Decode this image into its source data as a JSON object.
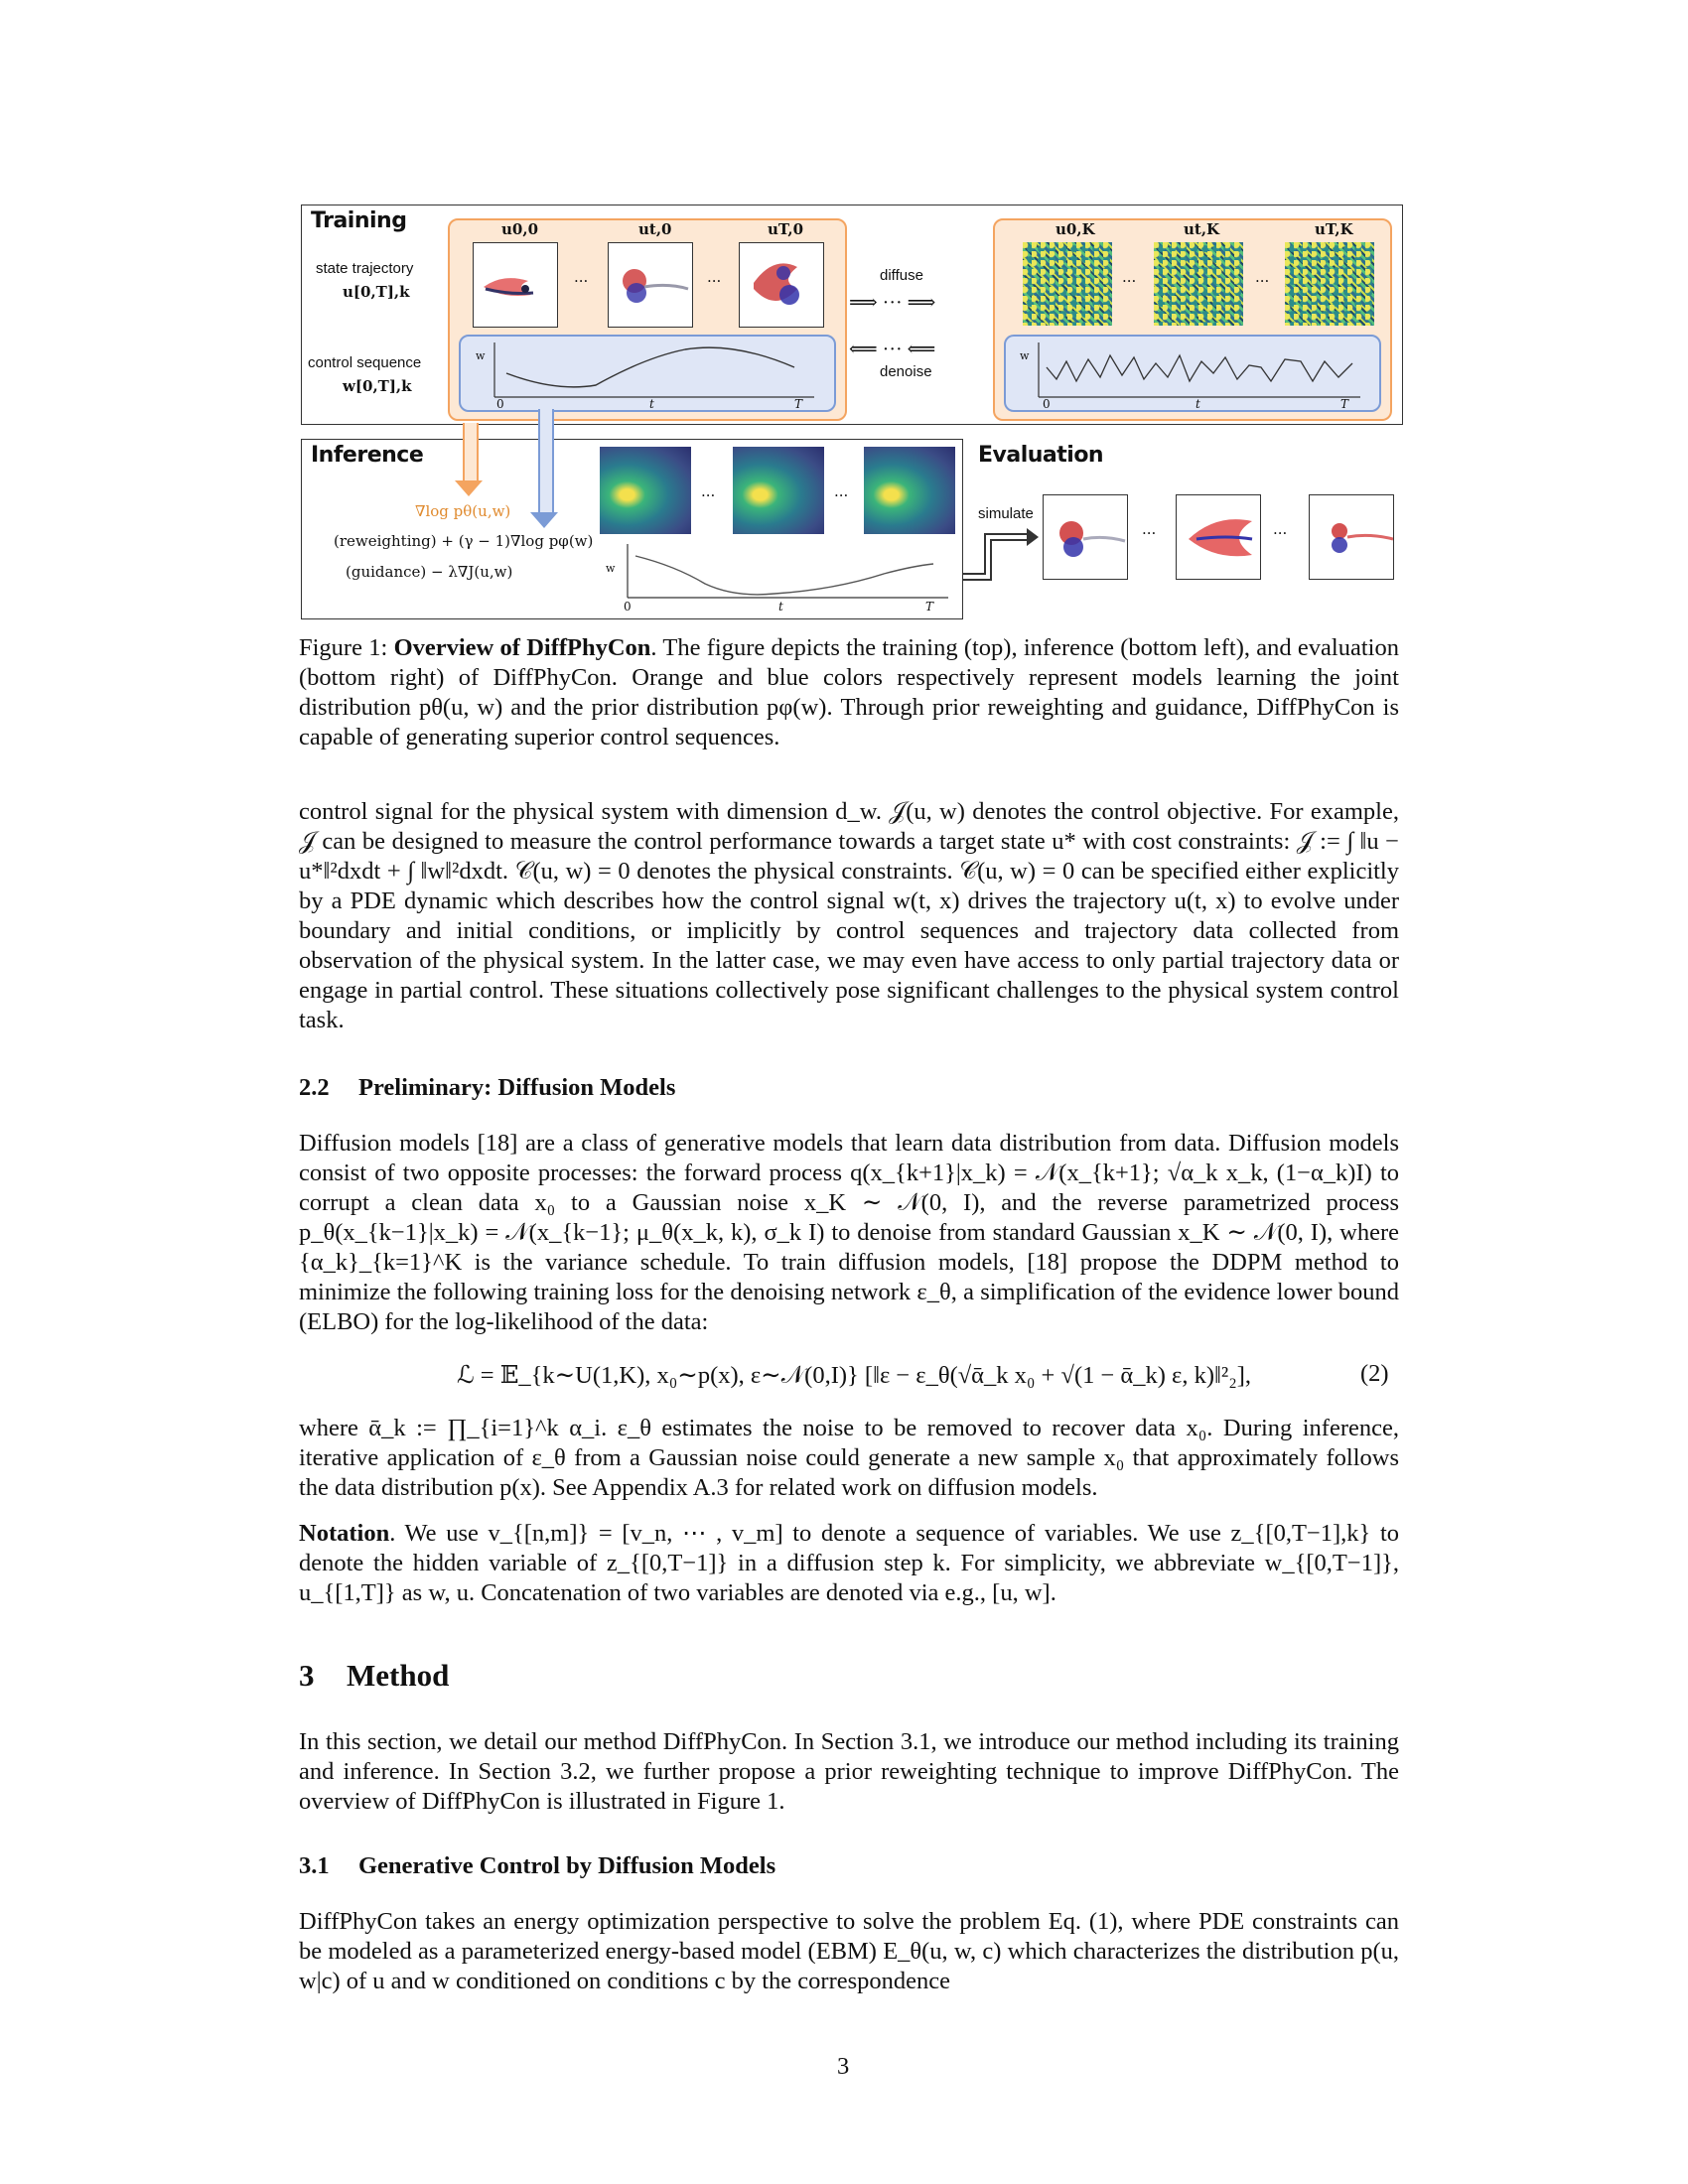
{
  "figure": {
    "training": {
      "title": "Training",
      "state_label": "state trajectory",
      "state_symbol": "u[0,T],k",
      "control_label": "control sequence",
      "control_symbol": "w[0,T],k",
      "frame_labels_clean": [
        "u0,0",
        "ut,0",
        "uT,0"
      ],
      "frame_labels_noisy": [
        "u0,K",
        "ut,K",
        "uT,K"
      ],
      "diffuse_label": "diffuse",
      "denoise_label": "denoise",
      "axis_zero": "0",
      "axis_t": "t",
      "axis_T": "T",
      "axis_w": "w",
      "ellipsis": "..."
    },
    "inference": {
      "title": "Inference",
      "grad_prior": "∇log pθ(u,w)",
      "reweighting": "(reweighting) + (γ − 1)∇log pφ(w)",
      "guidance": "(guidance)   − λ∇J(u,w)",
      "axis_zero": "0",
      "axis_t": "t",
      "axis_T": "T",
      "axis_w": "w"
    },
    "evaluation": {
      "title": "Evaluation",
      "simulate_label": "simulate"
    },
    "caption_prefix": "Figure 1: ",
    "caption_bold": "Overview of DiffPhyCon",
    "caption_rest": ". The figure depicts the training (top), inference (bottom left), and evaluation (bottom right) of DiffPhyCon. Orange and blue colors respectively represent models learning the joint distribution pθ(u, w) and the prior distribution pφ(w). Through prior reweighting and guidance, DiffPhyCon is capable of generating superior control sequences.",
    "colors": {
      "orange": "#f4a460",
      "orange_fill": "#fde8d4",
      "blue": "#7b9bd6",
      "blue_fill": "#dfe6f6"
    }
  },
  "body": {
    "p1": "control signal for the physical system with dimension d_w. 𝒥(u, w) denotes the control objective. For example, 𝒥 can be designed to measure the control performance towards a target state u* with cost constraints: 𝒥 := ∫ ‖u − u*‖²dxdt + ∫ ‖w‖²dxdt. 𝒞(u, w) = 0 denotes the physical constraints. 𝒞(u, w) = 0 can be specified either explicitly by a PDE dynamic which describes how the control signal w(t, x) drives the trajectory u(t, x) to evolve under boundary and initial conditions, or implicitly by control sequences and trajectory data collected from observation of the physical system. In the latter case, we may even have access to only partial trajectory data or engage in partial control. These situations collectively pose significant challenges to the physical system control task.",
    "s22_num": "2.2",
    "s22_title": "Preliminary: Diffusion Models",
    "p2": "Diffusion models [18] are a class of generative models that learn data distribution from data. Diffusion models consist of two opposite processes: the forward process q(x_{k+1}|x_k) = 𝒩(x_{k+1}; √α_k x_k, (1−α_k)I) to corrupt a clean data x₀ to a Gaussian noise x_K ∼ 𝒩(0, I), and the reverse parametrized process p_θ(x_{k−1}|x_k) = 𝒩(x_{k−1}; μ_θ(x_k, k), σ_k I) to denoise from standard Gaussian x_K ∼ 𝒩(0, I), where {α_k}_{k=1}^K is the variance schedule. To train diffusion models, [18] propose the DDPM method to minimize the following training loss for the denoising network ε_θ, a simplification of the evidence lower bound (ELBO) for the log-likelihood of the data:",
    "eq2": "ℒ = 𝔼_{k∼U(1,K), x₀∼p(x), ε∼𝒩(0,I)} [‖ε − ε_θ(√ᾱ_k x₀ + √(1 − ᾱ_k) ε, k)‖²₂],",
    "eq2_num": "(2)",
    "p3": "where ᾱ_k := ∏_{i=1}^k α_i. ε_θ estimates the noise to be removed to recover data x₀. During inference, iterative application of ε_θ from a Gaussian noise could generate a new sample x₀ that approximately follows the data distribution p(x). See Appendix A.3 for related work on diffusion models.",
    "notation_bold": "Notation",
    "p4": ". We use v_{[n,m]} = [v_n, ⋯ , v_m] to denote a sequence of variables. We use z_{[0,T−1],k} to denote the hidden variable of z_{[0,T−1]} in a diffusion step k. For simplicity, we abbreviate w_{[0,T−1]}, u_{[1,T]} as w, u. Concatenation of two variables are denoted via e.g., [u, w].",
    "s3_num": "3",
    "s3_title": "Method",
    "p5": "In this section, we detail our method DiffPhyCon. In Section 3.1, we introduce our method including its training and inference. In Section 3.2, we further propose a prior reweighting technique to improve DiffPhyCon. The overview of DiffPhyCon is illustrated in Figure 1.",
    "s31_num": "3.1",
    "s31_title": "Generative Control by Diffusion Models",
    "p6": "DiffPhyCon takes an energy optimization perspective to solve the problem Eq. (1), where PDE constraints can be modeled as a parameterized energy-based model (EBM) E_θ(u, w, c) which characterizes the distribution p(u, w|c) of u and w conditioned on conditions c by the correspondence",
    "page_number": "3"
  }
}
